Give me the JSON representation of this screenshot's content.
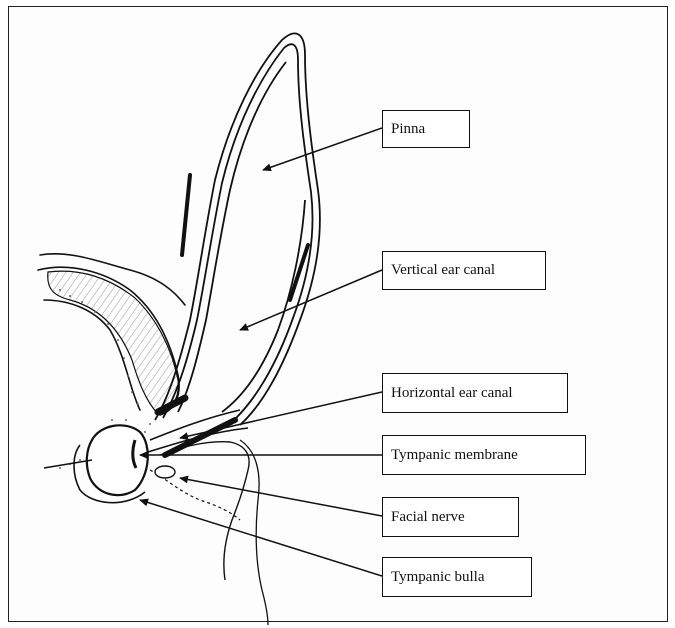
{
  "labels": {
    "pinna": "Pinna",
    "vertical_ear_canal": "Vertical ear canal",
    "horizontal_ear_canal": "Horizontal ear canal",
    "tympanic_membrane": "Tympanic membrane",
    "facial_nerve": "Facial nerve",
    "tympanic_bulla": "Tympanic bulla"
  },
  "colors": {
    "ink": "#111111",
    "hatch": "#9a9a9a",
    "stipple": "#666666"
  }
}
